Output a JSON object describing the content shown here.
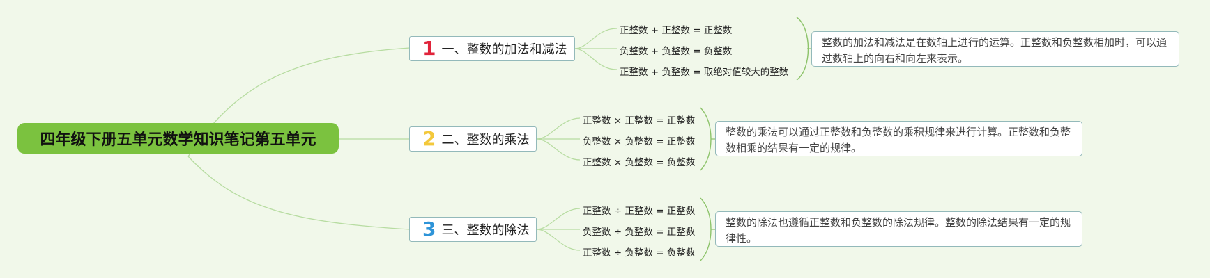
{
  "root": {
    "title": "四年级下册五单元数学知识笔记第五单元"
  },
  "colors": {
    "background": "#f1f8ea",
    "root_fill": "#7bc23f",
    "connector": "#b7dca1",
    "box_border": "#93b9ba"
  },
  "branches": [
    {
      "number": "1",
      "number_color": "#e0233a",
      "label": "一、整数的加法和减法",
      "items": [
        "正整数 + 正整数 = 正整数",
        "负整数 + 负整数 = 负整数",
        "正整数 + 负整数 = 取绝对值较大的整数"
      ],
      "summary": "整数的加法和减法是在数轴上进行的运算。正整数和负整数相加时，可以通过数轴上的向右和向左来表示。"
    },
    {
      "number": "2",
      "number_color": "#f3c83b",
      "label": "二、整数的乘法",
      "items": [
        "正整数 × 正整数 = 正整数",
        "负整数 × 负整数 = 正整数",
        "正整数 × 负整数 = 负整数"
      ],
      "summary": "整数的乘法可以通过正整数和负整数的乘积规律来进行计算。正整数和负整数相乘的结果有一定的规律。"
    },
    {
      "number": "3",
      "number_color": "#2e94d8",
      "label": "三、整数的除法",
      "items": [
        "正整数 ÷ 正整数 = 正整数",
        "负整数 ÷ 负整数 = 正整数",
        "正整数 ÷ 负整数 = 负整数"
      ],
      "summary": "整数的除法也遵循正整数和负整数的除法规律。整数的除法结果有一定的规律性。"
    }
  ]
}
